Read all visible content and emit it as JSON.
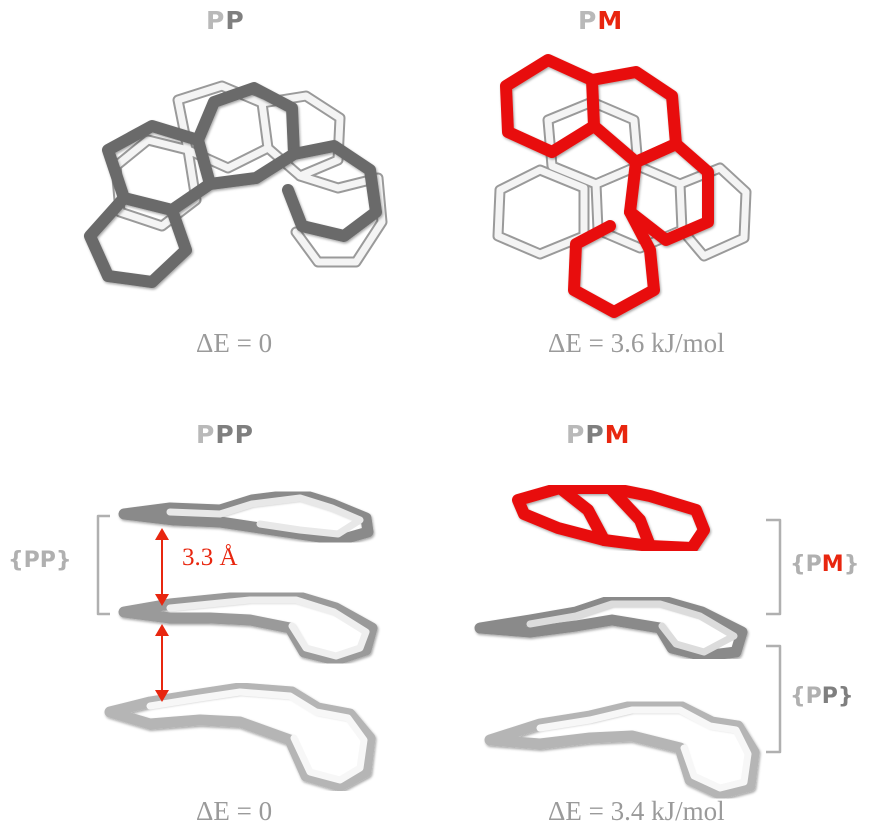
{
  "panels": {
    "top_left": {
      "title_parts": [
        "P",
        "P"
      ],
      "energy_prefix": "ΔE = 0",
      "energy_value": "0"
    },
    "top_right": {
      "title_parts": [
        "P",
        "M"
      ],
      "energy_prefix": "ΔE = 3.6 kJ/mol"
    },
    "bottom_left": {
      "title_parts": [
        "P",
        "P",
        "P"
      ],
      "energy": "ΔE = 0"
    },
    "bottom_right": {
      "title_parts": [
        "P",
        "P",
        "M"
      ],
      "energy": "ΔE = 3.4 kJ/mol"
    }
  },
  "labels": {
    "distance": "3.3 Å",
    "group_pp_left": "{PP}",
    "group_pm": [
      "{P",
      "M",
      "}"
    ],
    "group_pp_right": [
      "{P",
      "P}"
    ]
  },
  "colors": {
    "red": "#e8260f",
    "dark_gray": "#6b6b6b",
    "light_gray": "#d9d9d9",
    "white_tube": "#f2f2f2"
  }
}
